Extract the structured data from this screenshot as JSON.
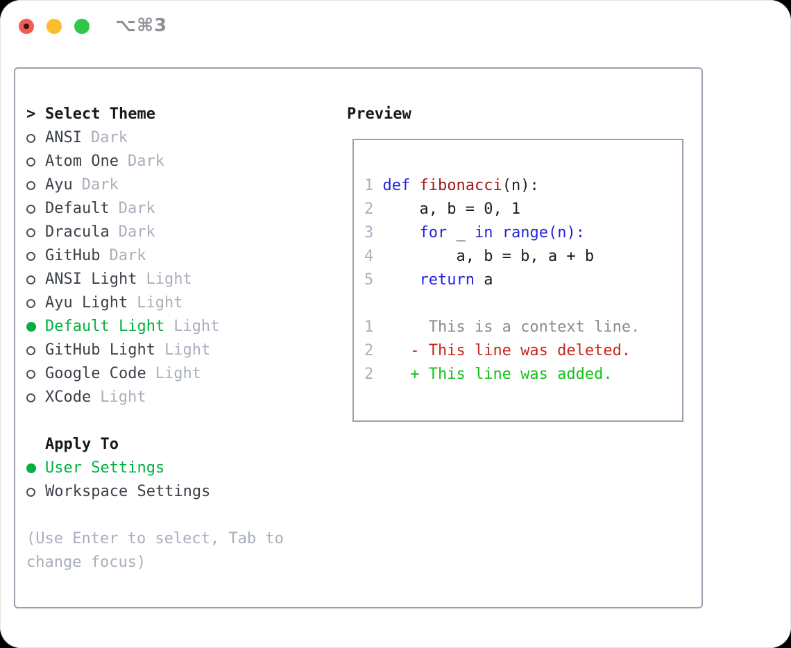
{
  "window": {
    "title": "⌥⌘3",
    "traffic_lights": [
      "close",
      "minimize",
      "zoom"
    ]
  },
  "colors": {
    "panel_border": "#99a1ae",
    "selection_green": "#00b140",
    "keyword_blue": "#2222dd",
    "function_red": "#a31515",
    "diff_deleted_red": "#c5271d",
    "diff_added_green": "#13c31a",
    "muted_gray": "#a8afbb",
    "context_gray": "#888c92"
  },
  "theme_picker": {
    "header": {
      "marker": ">",
      "label": "Select Theme"
    },
    "items": [
      {
        "name": "ANSI",
        "tag": "Dark",
        "selected": false
      },
      {
        "name": "Atom One",
        "tag": "Dark",
        "selected": false
      },
      {
        "name": "Ayu",
        "tag": "Dark",
        "selected": false
      },
      {
        "name": "Default",
        "tag": "Dark",
        "selected": false
      },
      {
        "name": "Dracula",
        "tag": "Dark",
        "selected": false
      },
      {
        "name": "GitHub",
        "tag": "Dark",
        "selected": false
      },
      {
        "name": "ANSI Light",
        "tag": "Light",
        "selected": false
      },
      {
        "name": "Ayu Light",
        "tag": "Light",
        "selected": false
      },
      {
        "name": "Default Light",
        "tag": "Light",
        "selected": true
      },
      {
        "name": "GitHub Light",
        "tag": "Light",
        "selected": false
      },
      {
        "name": "Google Code",
        "tag": "Light",
        "selected": false
      },
      {
        "name": "XCode",
        "tag": "Light",
        "selected": false
      }
    ],
    "apply_to": {
      "label": "Apply To",
      "options": [
        {
          "name": "User Settings",
          "selected": true
        },
        {
          "name": "Workspace Settings",
          "selected": false
        }
      ]
    },
    "footer_lines": [
      "(Use Enter to select, Tab to",
      "change focus)"
    ]
  },
  "preview": {
    "label": "Preview",
    "lines": [
      {
        "num": "1",
        "tokens": [
          [
            "kw",
            "def"
          ],
          [
            "plain",
            " "
          ],
          [
            "fn",
            "fibonacci"
          ],
          [
            "plain",
            "(n):"
          ]
        ]
      },
      {
        "num": "2",
        "tokens": [
          [
            "plain",
            "    a, b = 0, 1"
          ]
        ]
      },
      {
        "num": "3",
        "tokens": [
          [
            "plain",
            "    "
          ],
          [
            "kw",
            "for"
          ],
          [
            "plain",
            " _ "
          ],
          [
            "kw",
            "in"
          ],
          [
            "plain",
            " "
          ],
          [
            "kw",
            "range(n):"
          ]
        ]
      },
      {
        "num": "4",
        "tokens": [
          [
            "plain",
            "        a, b = b, a + b"
          ]
        ]
      },
      {
        "num": "5",
        "tokens": [
          [
            "plain",
            "    "
          ],
          [
            "kw",
            "return"
          ],
          [
            "plain",
            " a"
          ]
        ]
      },
      {
        "num": "",
        "tokens": []
      },
      {
        "num": "1",
        "tokens": [
          [
            "ctx",
            "     This is a context line."
          ]
        ]
      },
      {
        "num": "2",
        "tokens": [
          [
            "del",
            "   - This line was deleted."
          ]
        ]
      },
      {
        "num": "2",
        "tokens": [
          [
            "add",
            "   + This line was added."
          ]
        ]
      }
    ]
  }
}
